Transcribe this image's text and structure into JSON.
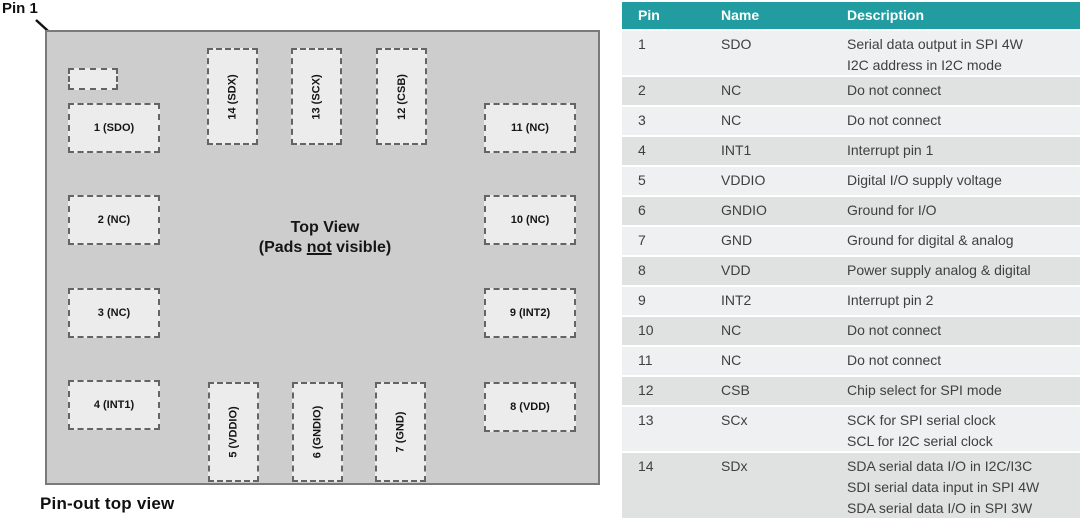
{
  "diagram": {
    "pin1_callout": "Pin 1",
    "center_title": "Top View",
    "center_sub_pre": "(Pads",
    "center_sub_underline": "not",
    "center_sub_post": "visible)",
    "caption": "Pin-out top view",
    "pins": [
      "1 (SDO)",
      "2 (NC)",
      "3 (NC)",
      "4 (INT1)",
      "5 (VDDIO)",
      "6 (GNDIO)",
      "7 (GND)",
      "8 (VDD)",
      "9 (INT2)",
      "10 (NC)",
      "11 (NC)",
      "12 (CSB)",
      "13 (SCX)",
      "14 (SDX)"
    ]
  },
  "table": {
    "headers": [
      "Pin",
      "Name",
      "Description"
    ],
    "rows": [
      {
        "pin": "1",
        "name": "SDO",
        "desc": [
          "Serial data output in SPI 4W",
          "I2C address in I2C mode"
        ]
      },
      {
        "pin": "2",
        "name": "NC",
        "desc": [
          "Do not connect"
        ]
      },
      {
        "pin": "3",
        "name": "NC",
        "desc": [
          "Do not connect"
        ]
      },
      {
        "pin": "4",
        "name": "INT1",
        "desc": [
          "Interrupt pin 1"
        ]
      },
      {
        "pin": "5",
        "name": "VDDIO",
        "desc": [
          "Digital I/O supply voltage"
        ]
      },
      {
        "pin": "6",
        "name": "GNDIO",
        "desc": [
          "Ground for I/O"
        ]
      },
      {
        "pin": "7",
        "name": "GND",
        "desc": [
          "Ground for digital & analog"
        ]
      },
      {
        "pin": "8",
        "name": "VDD",
        "desc": [
          "Power supply analog & digital"
        ]
      },
      {
        "pin": "9",
        "name": "INT2",
        "desc": [
          "Interrupt pin 2"
        ]
      },
      {
        "pin": "10",
        "name": "NC",
        "desc": [
          "Do not connect"
        ]
      },
      {
        "pin": "11",
        "name": "NC",
        "desc": [
          "Do not connect"
        ]
      },
      {
        "pin": "12",
        "name": "CSB",
        "desc": [
          "Chip select for SPI mode"
        ]
      },
      {
        "pin": "13",
        "name": "SCx",
        "desc": [
          "SCK for SPI serial clock",
          "SCL for I2C serial clock"
        ]
      },
      {
        "pin": "14",
        "name": "SDx",
        "desc": [
          "SDA serial data I/O in I2C/I3C",
          "SDI serial data input in SPI 4W",
          "SDA serial data I/O in SPI 3W"
        ]
      }
    ]
  },
  "colors": {
    "header_teal": "#219da1",
    "row_light": "#eef0f1",
    "row_dark": "#e0e2e2",
    "chip_fill": "#cdcdcd",
    "pad_fill": "#ececec",
    "chip_border": "#7a7a7a",
    "pad_border": "#646464",
    "table_text": "#3f3f3f"
  }
}
